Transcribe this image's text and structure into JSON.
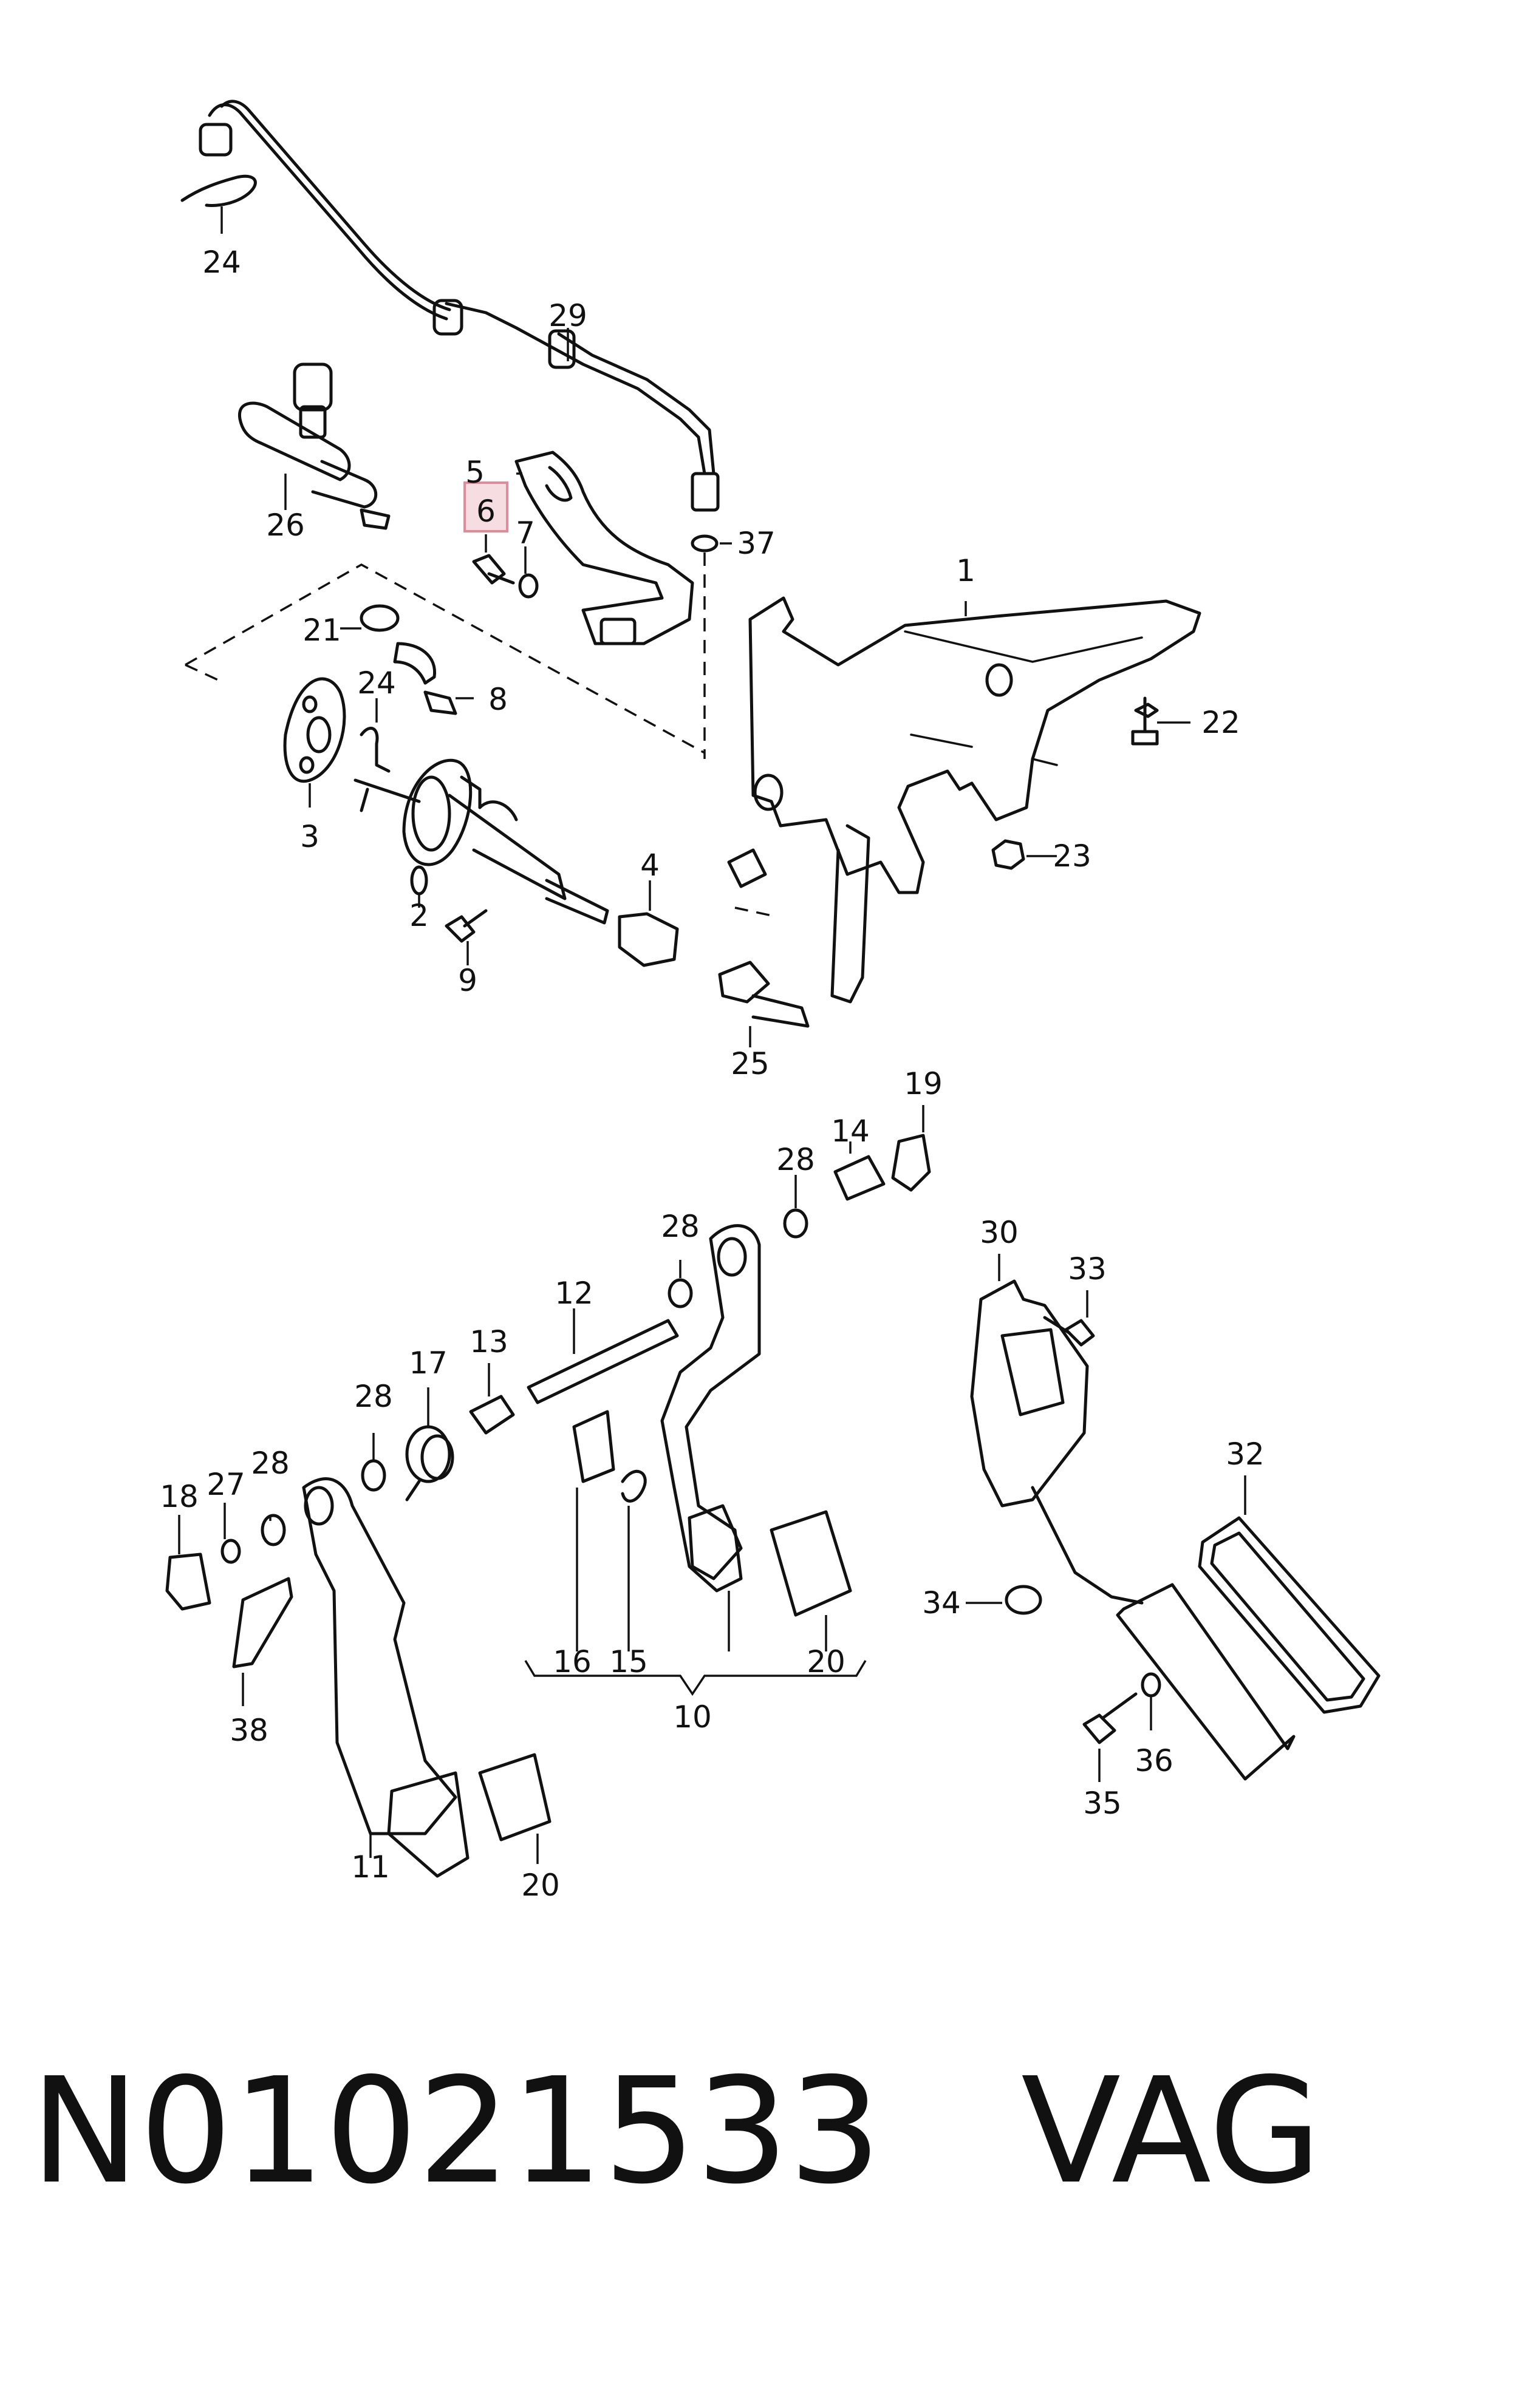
{
  "highlight_label": "6",
  "labels": [
    "24",
    "29",
    "26",
    "5",
    "6",
    "7",
    "37",
    "1",
    "21",
    "24",
    "8",
    "22",
    "3",
    "2",
    "4",
    "9",
    "23",
    "25",
    "19",
    "14",
    "28",
    "28",
    "30",
    "33",
    "12",
    "13",
    "17",
    "28",
    "28",
    "27",
    "18",
    "38",
    "16",
    "15",
    "10",
    "20",
    "11",
    "20",
    "34",
    "32",
    "36",
    "35"
  ],
  "footer": {
    "part_number": "N01021533",
    "brand": "VAG"
  }
}
